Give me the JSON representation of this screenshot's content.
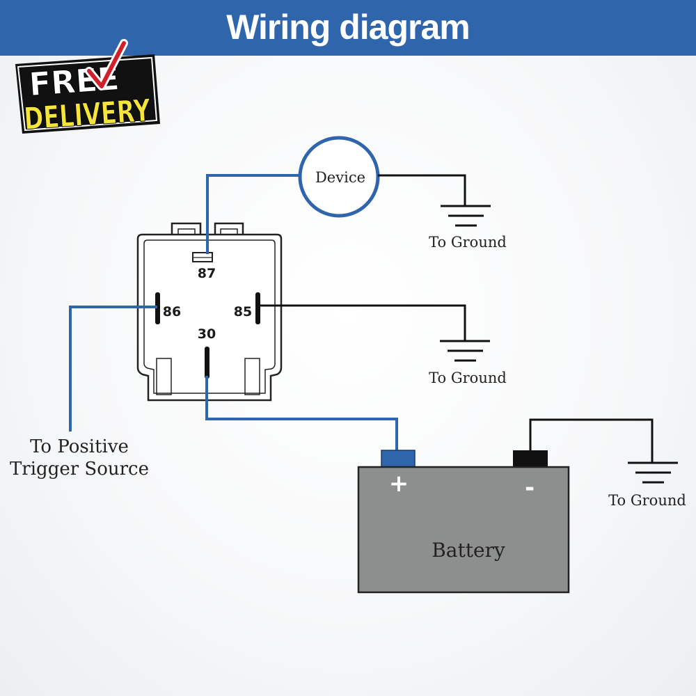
{
  "header": {
    "title": "Wiring diagram"
  },
  "badge": {
    "line1": "FREE",
    "line2": "DELIVERY"
  },
  "relay": {
    "pins": {
      "p87": "87",
      "p86": "86",
      "p85": "85",
      "p30": "30"
    }
  },
  "device": {
    "label": "Device"
  },
  "ground_labels": {
    "device": "To Ground",
    "pin85": "To Ground",
    "battery": "To Ground"
  },
  "trigger": {
    "line1": "To Positive",
    "line2": "Trigger Source"
  },
  "battery": {
    "label": "Battery",
    "plus": "+",
    "minus": "-"
  },
  "colors": {
    "header": "#2f65ab",
    "wire_blue": "#2f65ab",
    "wire_black": "#111111",
    "battery_body": "#8d8f8e",
    "badge_yellow": "#f5e43a",
    "badge_check": "#d0202a"
  }
}
